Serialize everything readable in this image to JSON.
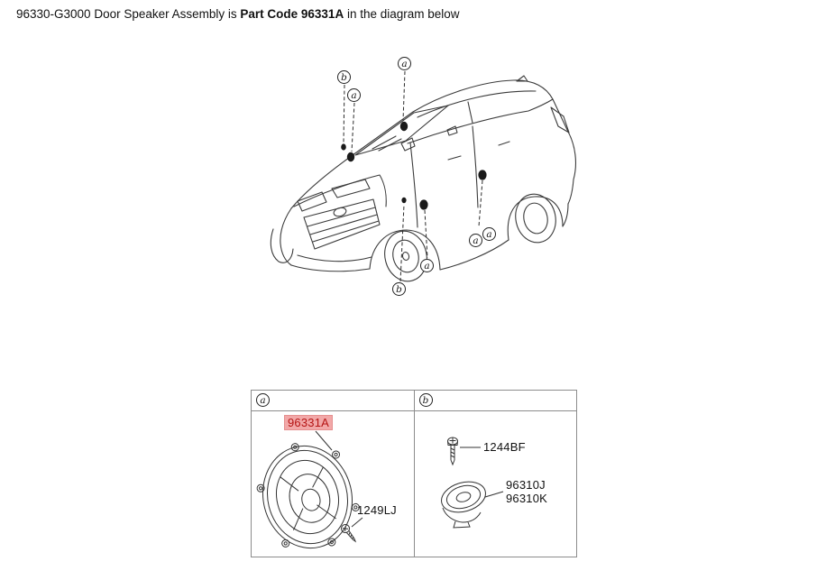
{
  "page": {
    "title_prefix": "96330-G3000 Door Speaker Assembly is ",
    "title_bold": "Part Code 96331A",
    "title_suffix": " in the diagram below"
  },
  "diagram": {
    "callouts": [
      {
        "letter": "b"
      },
      {
        "letter": "a"
      },
      {
        "letter": "a"
      },
      {
        "letter": "a"
      },
      {
        "letter": "a"
      },
      {
        "letter": "a"
      },
      {
        "letter": "b"
      }
    ]
  },
  "parts_table": {
    "cell_a": {
      "balloon": "a",
      "part_code": "96331A",
      "screw_code": "1249LJ"
    },
    "cell_b": {
      "balloon": "b",
      "screw_code": "1244BF",
      "part_codes": [
        "96310J",
        "96310K"
      ]
    }
  },
  "colors": {
    "highlight_bg": "#f2a8a8",
    "highlight_text": "#b51414",
    "line": "#3b3b3b"
  }
}
